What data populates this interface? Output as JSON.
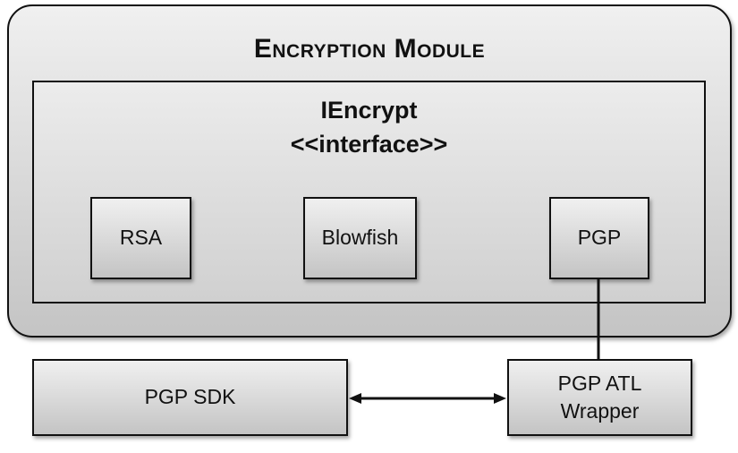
{
  "module": {
    "title": "Encryption Module"
  },
  "interface": {
    "name": "IEncrypt",
    "stereotype": "<<interface>>"
  },
  "implementations": [
    "RSA",
    "Blowfish",
    "PGP"
  ],
  "external": {
    "sdk": "PGP SDK",
    "wrapper_line1": "PGP ATL",
    "wrapper_line2": "Wrapper"
  }
}
